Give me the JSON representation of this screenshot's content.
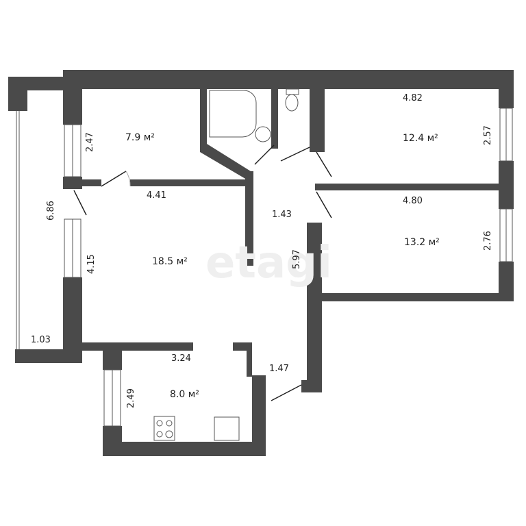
{
  "floorplan": {
    "wall_color": "#4a4a4a",
    "watermark": "etagi",
    "rooms": [
      {
        "name": "bedroom-small",
        "area": "7.9 м²",
        "dims": [
          "2.47"
        ]
      },
      {
        "name": "bedroom-1",
        "area": "12.4 м²",
        "dims": [
          "4.82",
          "2.57"
        ]
      },
      {
        "name": "bedroom-2",
        "area": "13.2 м²",
        "dims": [
          "4.80",
          "2.76"
        ]
      },
      {
        "name": "living-room",
        "area": "18.5 м²",
        "dims": [
          "4.41",
          "4.15"
        ]
      },
      {
        "name": "kitchen",
        "area": "8.0 м²",
        "dims": [
          "3.24",
          "2.49"
        ]
      },
      {
        "name": "corridor",
        "area": "",
        "dims": [
          "1.43",
          "5.97",
          "1.47"
        ]
      },
      {
        "name": "balcony",
        "area": "",
        "dims": [
          "6.86",
          "1.03"
        ]
      }
    ]
  }
}
